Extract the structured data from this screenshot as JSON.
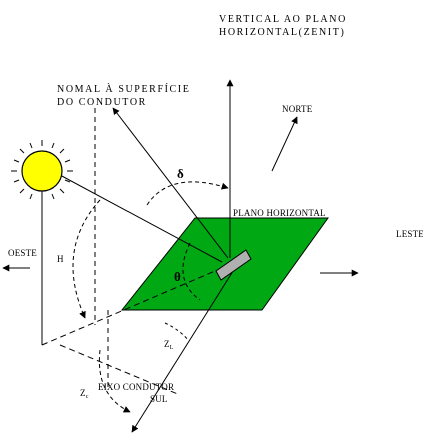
{
  "labels": {
    "vertical_line1": "VERTICAL AO PLANO",
    "vertical_line2": "HORIZONTAL(ZENIT)",
    "normal_line1": "NOMAL À SUPERFÍCIE",
    "normal_line2": "DO CONDUTOR",
    "norte": "NORTE",
    "plano_horizontal": "PLANO HORIZONTAL",
    "leste": "LESTE",
    "oeste": "OESTE",
    "h_angle": "H",
    "delta": "δ",
    "theta": "θ",
    "eixo_condutor": "EIXO CONDUTOR",
    "sul": "SUL",
    "z_c": "Z",
    "z_c_sub": "c",
    "z_l": "Z",
    "z_l_sub": "L"
  },
  "colors": {
    "plane_fill": "#00a814",
    "sun_fill": "#ffff00",
    "conductor_fill": "#b0b0b0",
    "line": "#000000"
  },
  "icons": {
    "sun": "sun-icon",
    "conductor": "conductor-bar-icon"
  }
}
